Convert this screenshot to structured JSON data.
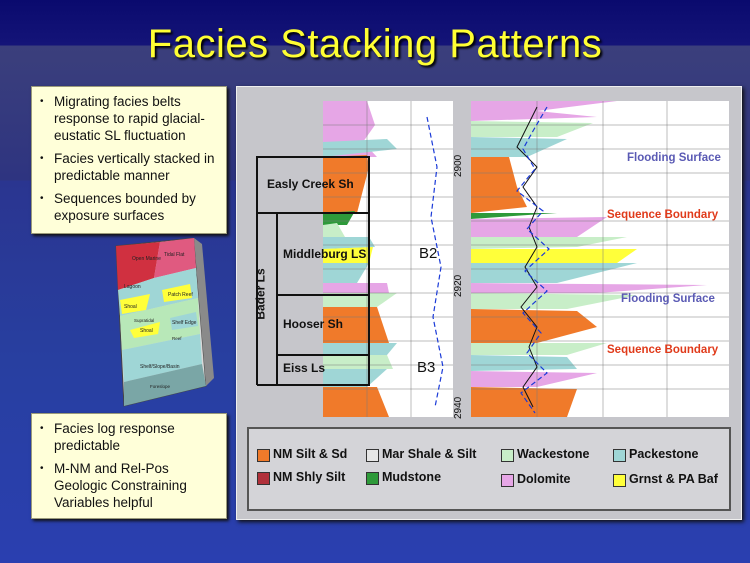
{
  "title": "Facies Stacking Patterns",
  "notes_top": [
    "Migrating facies belts response to rapid glacial-eustatic SL fluctuation",
    "Facies vertically stacked in predictable manner",
    "Sequences bounded by exposure surfaces"
  ],
  "notes_bottom": [
    "Facies log response predictable",
    "M-NM and Rel-Pos Geologic Constraining Variables helpful"
  ],
  "block_model": {
    "labels": [
      "Open Marine",
      "Tidal Flat",
      "Lagoon",
      "Shoal",
      "Patch Reef",
      "Shoal",
      "Shelf Edge",
      "Shelf/Slope/Basin",
      "Supratidal",
      "Reef",
      "Foreslope"
    ]
  },
  "log": {
    "units": [
      "Easly Creek Sh",
      "Middleburg LS",
      "Hooser Sh",
      "Eiss Ls"
    ],
    "group": "Bader Ls",
    "cycles": [
      "B2",
      "B3"
    ],
    "depths": [
      "2900",
      "2920",
      "2940"
    ],
    "surfaces": [
      {
        "text": "Flooding Surface",
        "color": "#5a5ab4"
      },
      {
        "text": "Sequence Boundary",
        "color": "#e03a1a"
      },
      {
        "text": "Flooding Surface",
        "color": "#5a5ab4"
      },
      {
        "text": "Sequence Boundary",
        "color": "#e03a1a"
      }
    ]
  },
  "legend": [
    {
      "label": "NM Silt & Sd",
      "color": "#f07a2a"
    },
    {
      "label": "Mar Shale & Silt",
      "color": "#e6e6e6"
    },
    {
      "label": "Wackestone",
      "color": "#c8eec8"
    },
    {
      "label": "Packestone",
      "color": "#9fd6d6"
    },
    {
      "label": "NM Shly Silt",
      "color": "#b0303a"
    },
    {
      "label": "Mudstone",
      "color": "#2e9a3a"
    },
    {
      "label": "Dolomite",
      "color": "#e6a6e6"
    },
    {
      "label": "Grnst & PA Baf",
      "color": "#ffff3a"
    }
  ]
}
